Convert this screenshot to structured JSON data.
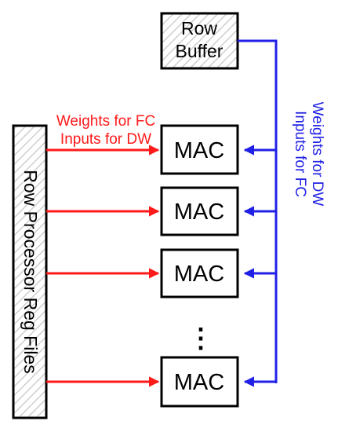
{
  "row_buffer": {
    "line1": "Row",
    "line2": "Buffer"
  },
  "reg_files": {
    "label": "Row Processor Reg Files"
  },
  "red_labels": {
    "line1": "Weights for FC",
    "line2": "Inputs for DW"
  },
  "blue_labels": {
    "line1": "Weights for DW",
    "line2": "Inputs for FC"
  },
  "mac_units": [
    {
      "label": "MAC"
    },
    {
      "label": "MAC"
    },
    {
      "label": "MAC"
    },
    {
      "label": "MAC"
    }
  ],
  "ellipsis": "⋮",
  "colors": {
    "red": "#ff1a1a",
    "blue": "#2020e6",
    "box": "#000000"
  }
}
